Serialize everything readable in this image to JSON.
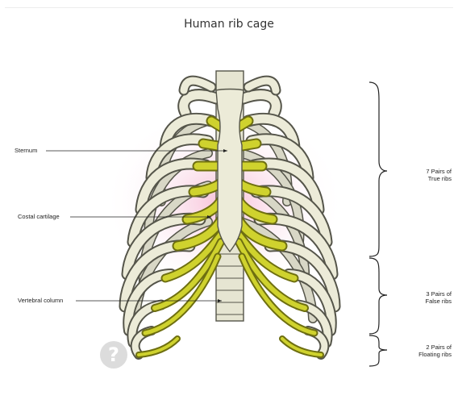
{
  "title": "Human rib cage",
  "labels": {
    "sternum": "Sternum",
    "costal_cartilage": "Costal cartilage",
    "vertebral_column": "Vertebral column"
  },
  "brackets": {
    "true_ribs_line1": "7 Pairs of",
    "true_ribs_line2": "True ribs",
    "false_ribs_line1": "3 Pairs of",
    "false_ribs_line2": "False ribs",
    "floating_ribs_line1": "2 Pairs of",
    "floating_ribs_line2": "Floating ribs"
  },
  "help_glyph": "?",
  "colors": {
    "bone": "#ecebd8",
    "bone_outline": "#55554a",
    "cartilage": "#cfd22e",
    "cartilage_outline": "#6e6f10",
    "glow": "#f7c9dc"
  }
}
